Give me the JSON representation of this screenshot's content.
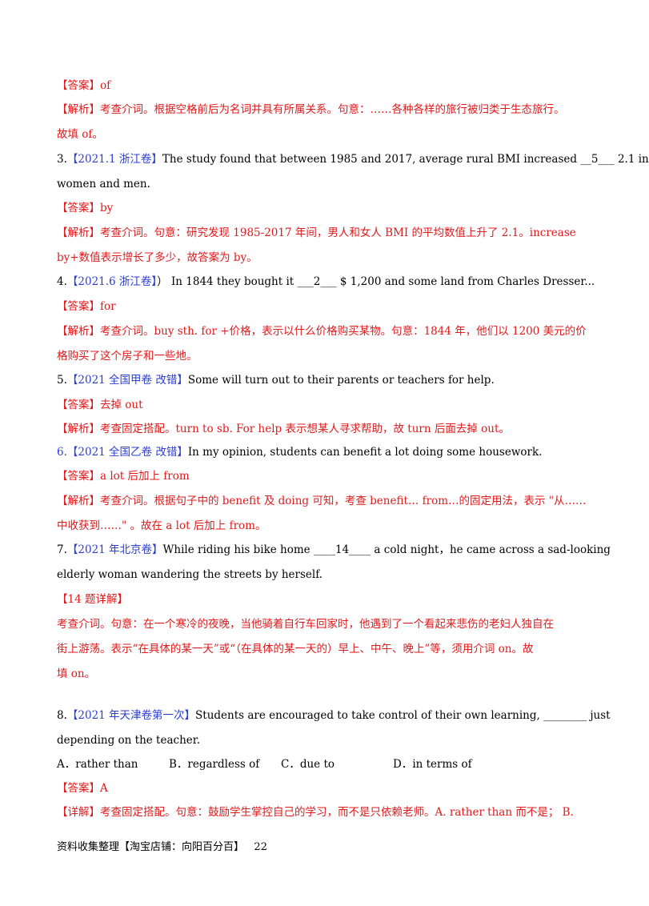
{
  "colors": {
    "red": "#e0191b",
    "blue": "#2a3ecf"
  },
  "items": [
    {
      "ans": "【答案】of",
      "exp1": "【解析】考查介词。根据空格前后为名词并具有所属关系。句意：……各种各样的旅行被归类于生态旅行。",
      "exp2": "故填 of。"
    },
    {
      "num": "3.",
      "src": "【2021.1 浙江卷】",
      "q1a": "The study found that between 1985 and 2017, average rural BMI increased ",
      "blank": "__5___",
      "q1b": " 2.1 in",
      "q2": "women and men.",
      "ans": "【答案】by",
      "exp1": "【解析】考查介词。句意：研究发现 1985-2017 年间，男人和女人 BMI 的平均数值上升了 2.1。increase",
      "exp2": "by+数值表示增长了多少，故答案为 by。"
    },
    {
      "num": "4.",
      "src": "【2021.6 浙江卷】",
      "q1a": "）  In 1844 they bought it ",
      "blank": "___2___",
      "q1b": "  $  1,200 and some land from Charles Dresser...",
      "ans": "【答案】for",
      "exp1": "【解析】考查介词。buy sth. for +价格，表示以什么价格购买某物。句意：1844 年，他们以 1200 美元的价",
      "exp2": "格购买了这个房子和一些地。"
    },
    {
      "num": "5.",
      "src": "【2021 全国甲卷  改错】",
      "q1a": "Some will turn out to their parents or teachers for help.",
      "ans": "【答案】去掉 out",
      "exp1": "【解析】考查固定搭配。turn to sb. For help 表示想某人寻求帮助，故 turn 后面去掉 out。"
    },
    {
      "num": "6.",
      "src": "【2021 全国乙卷  改错】",
      "q1a": "In my opinion, students can benefit a lot doing some housework.",
      "ans": "【答案】a lot 后加上 from",
      "exp1": "【解析】考查介词。根据句子中的 benefit 及 doing 可知，考查 benefit… from…的固定用法，表示 \"从……",
      "exp2": "中收获到……\" 。故在 a lot 后加上 from。"
    },
    {
      "num": "7.",
      "src": "【2021 年北京卷】",
      "q1a": "While riding his bike home ",
      "blank": "____14____",
      "q1b": " a cold night，he came across a sad-looking",
      "q2": "elderly woman wandering the streets by herself.",
      "ans": "【14 题详解】",
      "exp1": "考查介词。句意：在一个寒冷的夜晚，当他骑着自行车回家时，他遇到了一个看起来悲伤的老妇人独自在",
      "exp2": "街上游荡。表示“在具体的某一天”或“（在具体的某一天的）早上、中午、晚上”等，须用介词 on。故",
      "exp3": "填 on。"
    },
    {
      "num": "8.",
      "src": "【2021 年天津卷第一次】",
      "q1a": "Students are encouraged to take control of their own learning, ________ just",
      "q2": "depending on the teacher.",
      "options": [
        "A．rather than",
        "B．regardless of",
        "C．due to",
        "D．in terms of"
      ],
      "ans": "【答案】A",
      "exp1": "【详解】考查固定搭配。句意：鼓励学生掌控自己的学习，而不是只依赖老师。A. rather than  而不是； B."
    }
  ],
  "footer": {
    "text": "资料收集整理【淘宝店铺：向阳百分百】",
    "page": "22"
  }
}
